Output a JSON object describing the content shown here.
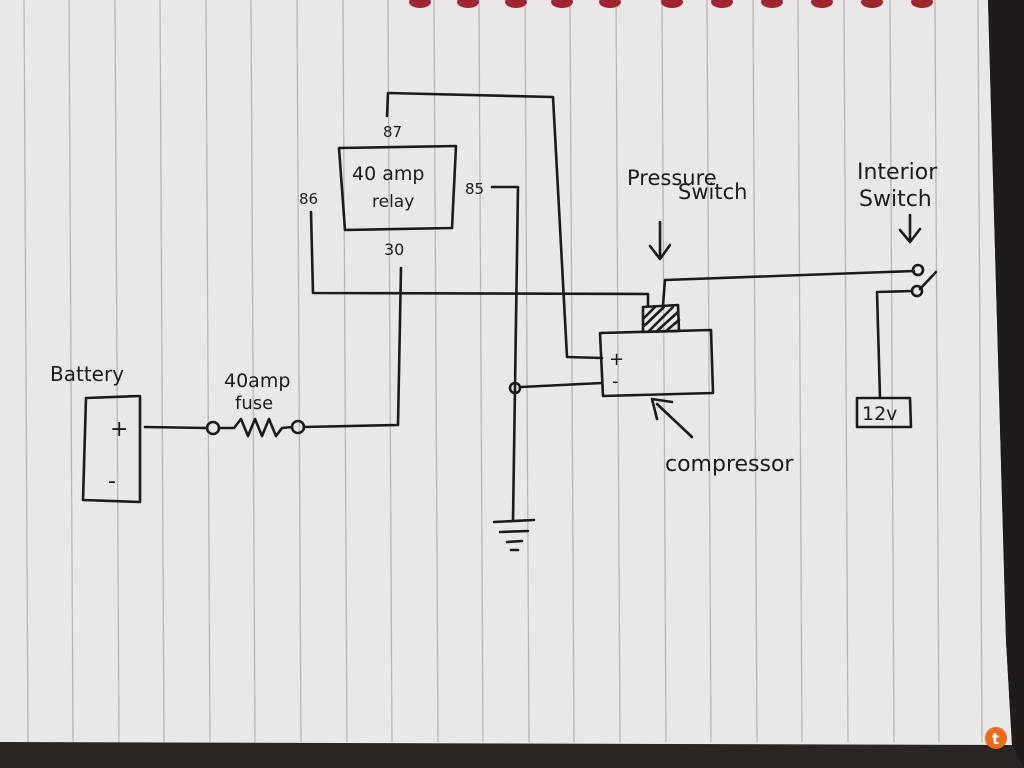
{
  "relay": {
    "pin_87": "87",
    "pin_86": "86",
    "pin_85": "85",
    "pin_30": "30",
    "label_line1": "40 amp",
    "label_line2": "relay"
  },
  "battery": {
    "title": "Battery",
    "plus": "+",
    "minus": "-"
  },
  "fuse": {
    "label_line1": "40amp",
    "label_line2": "fuse"
  },
  "pressure_switch": {
    "label_line1": "Pressure",
    "label_line2": "Switch"
  },
  "interior_switch": {
    "label_line1": "Interior",
    "label_line2": "Switch"
  },
  "compressor": {
    "label": "compressor",
    "plus": "+",
    "minus": "-"
  },
  "power_source": {
    "label": "12v"
  },
  "watermark": {
    "glyph": "t"
  },
  "colors": {
    "paper": "#e9e7e8",
    "ink": "#1b1b1b",
    "binding": "#a0252e",
    "badge": "#ee6a1c"
  }
}
